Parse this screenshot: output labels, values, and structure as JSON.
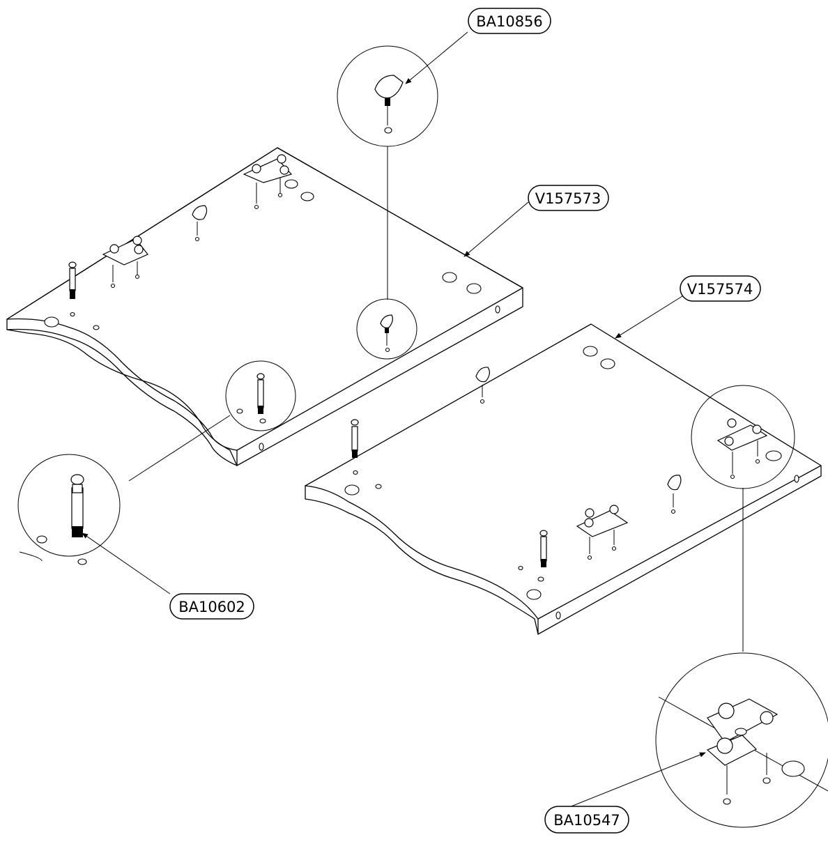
{
  "callouts": {
    "ba10856": "BA10856",
    "v157573": "V157573",
    "v157574": "V157574",
    "ba10602": "BA10602",
    "ba10547": "BA10547"
  },
  "colors": {
    "stroke": "#000000",
    "background": "#ffffff"
  }
}
